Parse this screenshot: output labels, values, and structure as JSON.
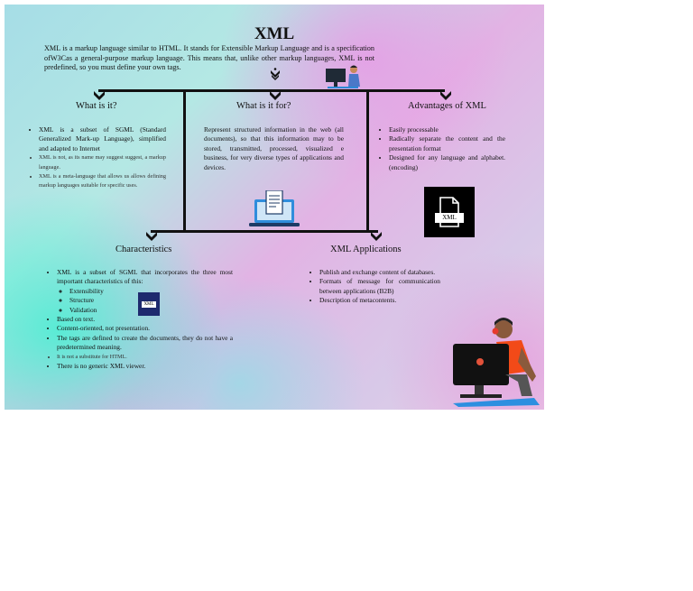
{
  "title": "XML",
  "intro": "XML is a markup language similar to HTML. It stands for Extensible Markup Language and is a specification ofW3Cas a general-purpose markup language. This means that, unlike other markup languages, XML is not predefined, so you must define your own tags.",
  "what": {
    "heading": "What is it?",
    "items": [
      "XML is a subset of SGML (Standard Generalized Mark-up Language), simplified and adapted to Internet",
      "XML is not, as its name may suggest suggest, a markup language.",
      "XML is a meta-language that allows us allows defining markup languages suitable for specific uses."
    ]
  },
  "whatfor": {
    "heading": "What is it for?",
    "text": "Represent structured information in the web (all documents), so that this information may to be stored, transmitted, processed, visualized e business, for very diverse types of applications and devices."
  },
  "advantages": {
    "heading": "Advantages of XML",
    "items": [
      "Easily processable",
      "Radically separate the content and the presentation format",
      "Designed for any language and alphabet. (encoding)"
    ]
  },
  "characteristics": {
    "heading": "Characteristics",
    "intro_item": "XML is a subset of SGML that incorporates the three most important characteristics of this:",
    "sub_items": [
      "Extensibility",
      "Structure",
      "Validation"
    ],
    "items": [
      "Based on text.",
      "Content-oriented, not presentation.",
      "The tags are defined to create the documents, they do not have a predetermined meaning.",
      "It is not a substitute for HTML.",
      "There is no generic XML viewer."
    ]
  },
  "applications": {
    "heading": "XML Applications",
    "items": [
      "Publish and exchange content of databases.",
      "Formats of message for communication between applications (B2B)",
      "Description of metacontents."
    ]
  },
  "icons": {
    "file_label": "XML",
    "small_file_label": "XML"
  }
}
